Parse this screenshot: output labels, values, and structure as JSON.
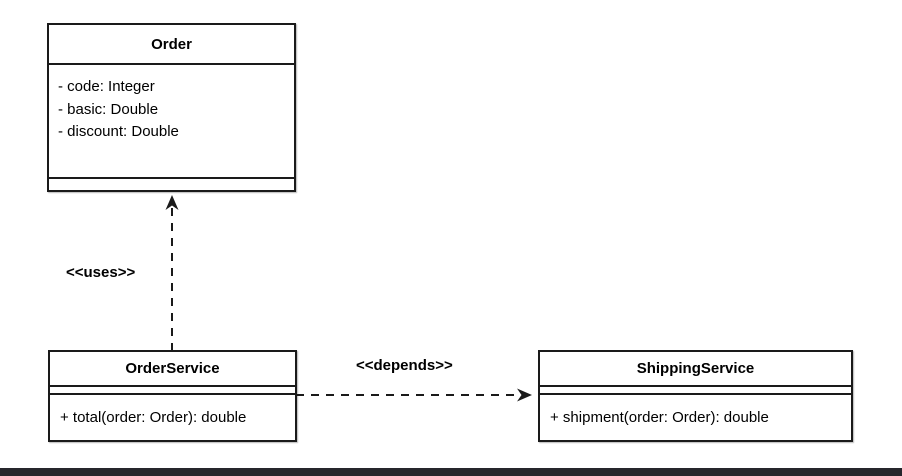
{
  "diagram": {
    "type": "uml-class-diagram",
    "classes": [
      {
        "id": "order",
        "name": "Order",
        "attributes": [
          "- code: Integer",
          "- basic: Double",
          "- discount: Double"
        ],
        "methods": []
      },
      {
        "id": "order-service",
        "name": "OrderService",
        "attributes": [],
        "methods": [
          "+ total(order: Order): double"
        ]
      },
      {
        "id": "shipping-service",
        "name": "ShippingService",
        "attributes": [],
        "methods": [
          "+ shipment(order: Order): double"
        ]
      }
    ],
    "relationships": [
      {
        "from": "OrderService",
        "to": "Order",
        "label": "<<uses>>",
        "line_style": "dashed",
        "arrow": "open",
        "direction": "up"
      },
      {
        "from": "OrderService",
        "to": "ShippingService",
        "label": "<<depends>>",
        "line_style": "dashed",
        "arrow": "open",
        "direction": "right"
      }
    ],
    "colors": {
      "stroke": "#1a1a1a",
      "text": "#000000",
      "box_fill": "#ffffff",
      "background": "#ffffff",
      "bottom_bar": "#26262c"
    }
  }
}
